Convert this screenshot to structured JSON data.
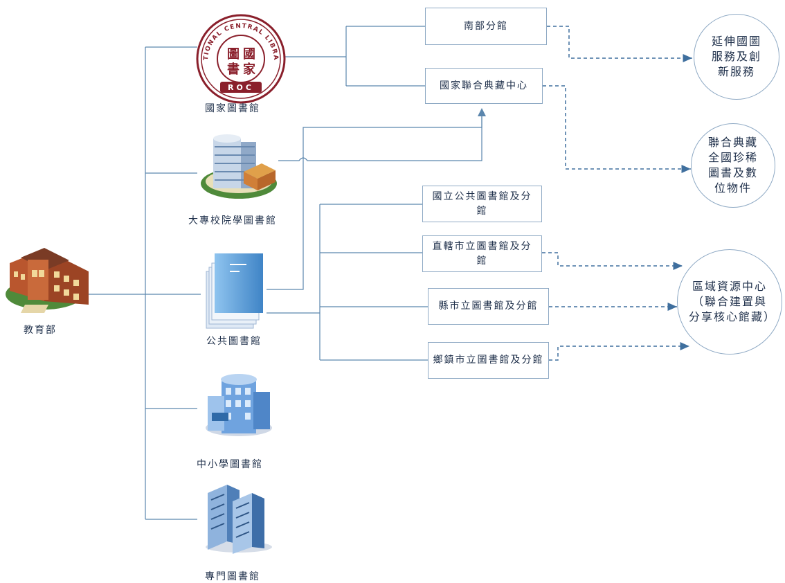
{
  "nodes": {
    "ministry": "教育部",
    "national_library": "國家圖書館",
    "university_libraries": "大專校院學圖書館",
    "public_libraries": "公共圖書館",
    "school_libraries": "中小學圖書館",
    "special_libraries": "專門圖書館"
  },
  "logo": {
    "ring_text": "NATIONAL CENTRAL LIBRARY",
    "bottom_text": "ROC"
  },
  "boxes": {
    "southern_branch": "南部分館",
    "union_repository": "國家聯合典藏中心",
    "national_public": "國立公共圖書館及分館",
    "municipal": "直轄市立圖書館及分館",
    "county": "縣市立圖書館及分館",
    "township": "鄉鎮市立圖書館及分館"
  },
  "circles": {
    "extend": "延伸國圖服務及創新服務",
    "collection": "聯合典藏全國珍稀圖書及數位物件",
    "regional": "區域資源中心（聯合建置與分享核心館藏）"
  },
  "colors": {
    "line": "#5b86ad",
    "dashed": "#3f6f9e",
    "box_border": "#8ea9c4"
  }
}
